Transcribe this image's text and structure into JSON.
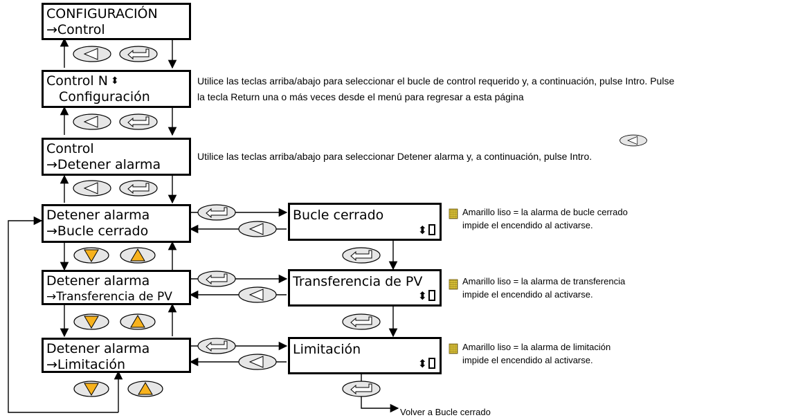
{
  "screens": {
    "config": {
      "line1": "CONFIGURACIÓN",
      "line2": "→Control"
    },
    "control_n": {
      "line1": "Control N",
      "line1_icon": "up-down-arrows-icon",
      "line2": "Configuración"
    },
    "control": {
      "line1": "Control",
      "line2": "→Detener alarma"
    },
    "stop_loop": {
      "line1": "Detener alarma",
      "line2": "→Bucle cerrado"
    },
    "stop_pv": {
      "line1": "Detener alarma",
      "line2": "→Transferencia de PV"
    },
    "stop_limit": {
      "line1": "Detener alarma",
      "line2": "→Limitación"
    },
    "loop_closed": {
      "line1": "Bucle cerrado"
    },
    "pv_transfer": {
      "line1": "Transferencia de PV"
    },
    "limitation": {
      "line1": "Limitación"
    }
  },
  "notes": {
    "control_n_line1": "Utilice las teclas arriba/abajo para seleccionar el bucle de control requerido y, a continuación, pulse Intro.  Pulse",
    "control_n_line2": "la tecla Return una o más veces desde el menú para regresar a esta página",
    "control": "Utilice las teclas arriba/abajo para seleccionar Detener alarma y, a continuación, pulse Intro.",
    "loop_closed_1": "Amarillo liso = la alarma de bucle cerrado",
    "loop_closed_2": "impide el encendido al activarse.",
    "pv_transfer_1": "Amarillo liso = la alarma de transferencia",
    "pv_transfer_2": "impide el encendido al activarse.",
    "limitation_1": "Amarillo liso = la alarma de limitación",
    "limitation_2": "impide el encendido al activarse.",
    "return_to": "Volver a Bucle cerrado"
  },
  "icons": {
    "back_key": "back-key-icon",
    "enter_key": "enter-key-icon",
    "down_key": "down-key-icon",
    "up_key": "up-key-icon",
    "alarm_cell": "alarm-indicator-icon"
  },
  "colors": {
    "key_fill": "#e6e6e6",
    "arrow_key_fill": "#f7b21d",
    "alarm_yellow": "#e2c93a"
  }
}
